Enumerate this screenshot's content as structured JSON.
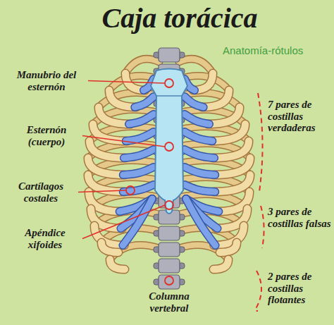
{
  "diagram": {
    "title": "Caja torácica",
    "labels": [
      "Anatomía-rótulos",
      "Manubrio del esternón",
      "Esternón (cuerpo)",
      "Cartílagos costales",
      "Apéndice xifoides",
      "Columna vertebral",
      "7 pares de costillas verdaderas",
      "3 pares de costillas falsas",
      "2 pares de costillas flotantes"
    ]
  }
}
